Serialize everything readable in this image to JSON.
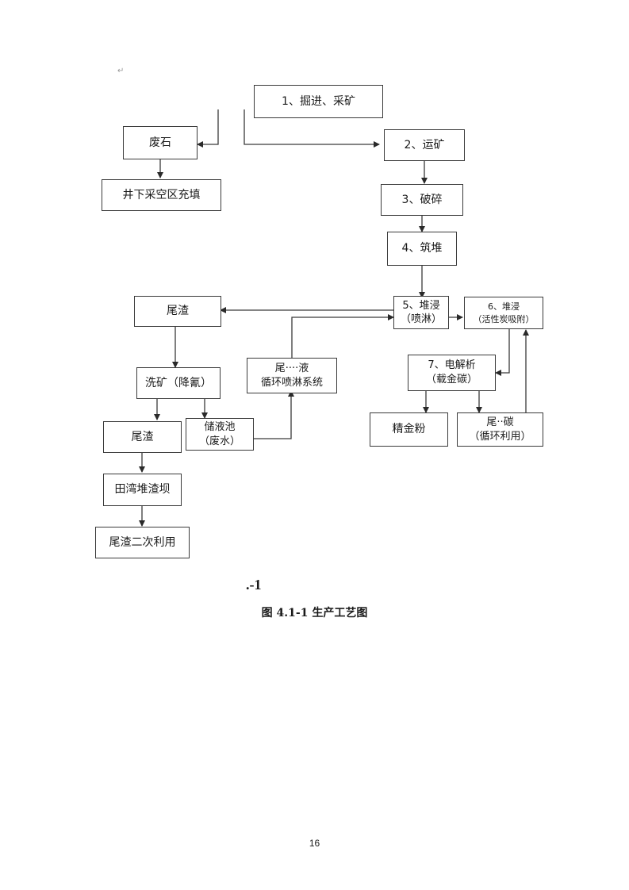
{
  "diagram": {
    "paragraph_mark": "↵",
    "nodes": {
      "n1": "1、掘进、采矿",
      "waste_rock": "废石",
      "backfill": "井下采空区充填",
      "n2": "2、运矿",
      "n3": "3、破碎",
      "n4": "4、筑堆",
      "tailings1": "尾渣",
      "n5_line1": "5、堆浸",
      "n5_line2": "（喷淋）",
      "n6_line1": "6、堆浸",
      "n6_line2": "（活性炭吸附）",
      "washing": "洗矿（降氰）",
      "tail_liquid_line1": "尾····液",
      "tail_liquid_line2": "循环喷淋系统",
      "n7_line1": "7、电解析",
      "n7_line2": "（载金碳）",
      "tailings2": "尾渣",
      "storage_line1": "储液池",
      "storage_line2": "（废水）",
      "gold_powder": "精金粉",
      "tail_carbon_line1": "尾··碳",
      "tail_carbon_line2": "（循环利用）",
      "dam": "田湾堆渣坝",
      "reuse": "尾渣二次利用"
    }
  },
  "stray_text": ".-1",
  "caption": "图 4.1-1 生产工艺图",
  "page_number": "16"
}
